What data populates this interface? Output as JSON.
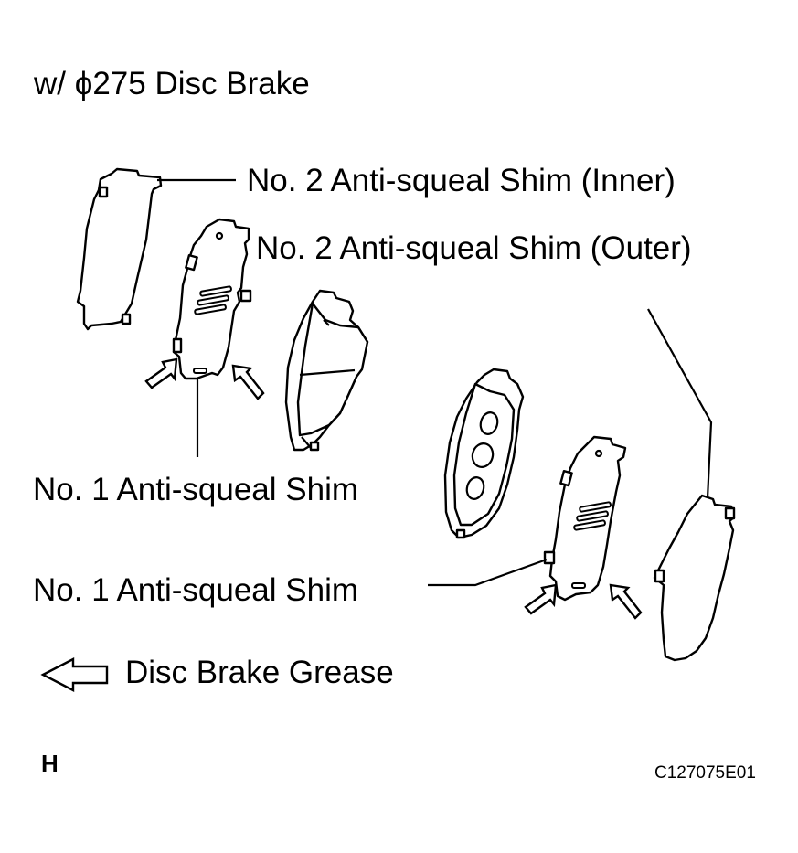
{
  "header": {
    "title": "w/  ϕ275 Disc Brake"
  },
  "labels": {
    "shim2_inner": "No. 2 Anti-squeal Shim (Inner)",
    "shim2_outer": "No. 2 Anti-squeal Shim (Outer)",
    "shim1_upper": "No. 1 Anti-squeal Shim",
    "shim1_lower": "No. 1 Anti-squeal Shim"
  },
  "legend": {
    "arrow_icon": "hollow-left-arrow-icon",
    "text": "Disc Brake Grease"
  },
  "footer": {
    "section_letter": "H",
    "figure_code": "C127075E01"
  }
}
